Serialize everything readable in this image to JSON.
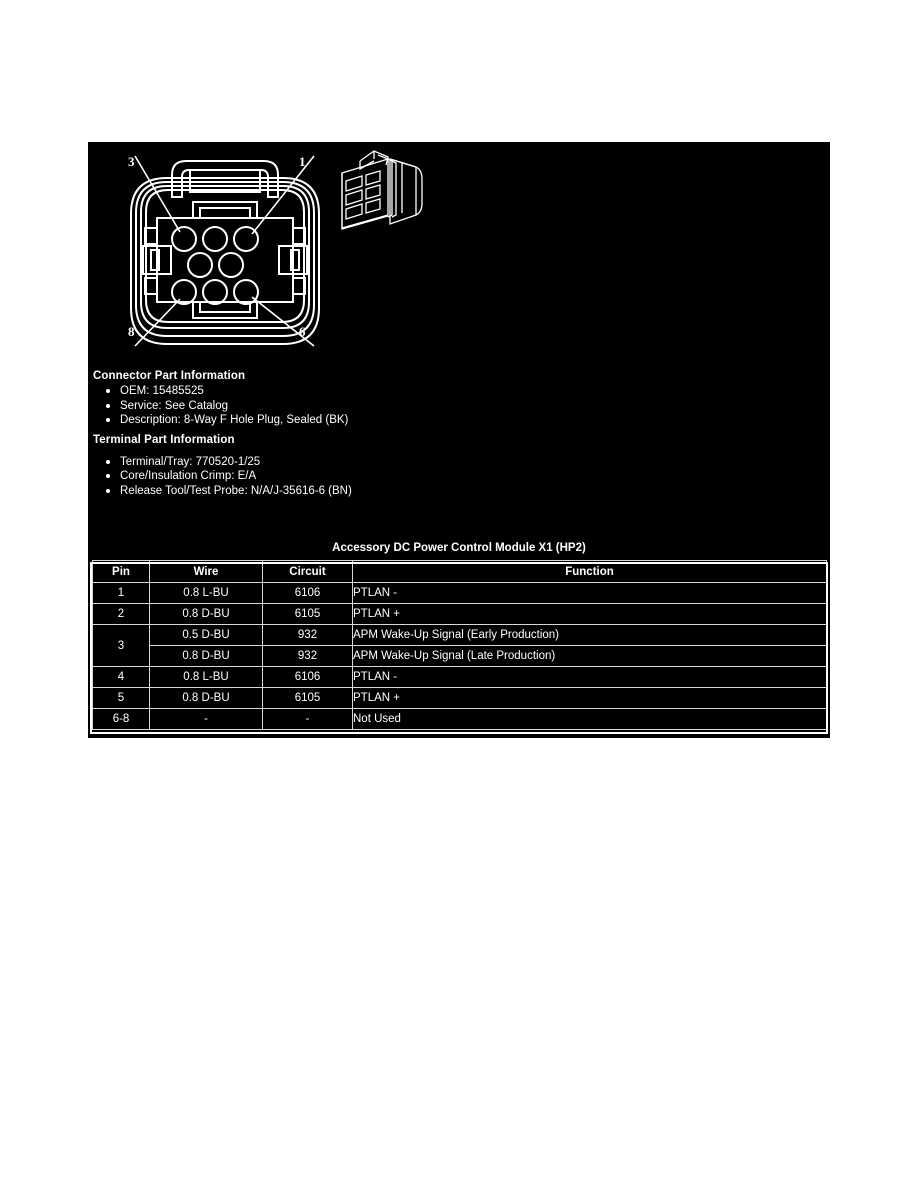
{
  "document": {
    "page_background": "#ffffff",
    "panel_background": "#000000",
    "panel_text_color": "#ffffff"
  },
  "diagram": {
    "name": "connector-face-and-iso-view",
    "face_view_label": "8-way connector face view",
    "iso_view_label": "connector isometric view",
    "callouts": [
      {
        "label": "3",
        "position": "top-left"
      },
      {
        "label": "1",
        "position": "top-right"
      },
      {
        "label": "8",
        "position": "bottom-left"
      },
      {
        "label": "6",
        "position": "bottom-right"
      }
    ],
    "cavity_count": 8
  },
  "connector_part_information": {
    "heading": "Connector Part Information",
    "items": [
      "OEM: 15485525",
      "Service: See Catalog",
      "Description: 8-Way F Hole Plug, Sealed (BK)"
    ]
  },
  "terminal_part_information": {
    "heading": "Terminal Part Information",
    "items": [
      "Terminal/Tray: 770520-1/25",
      "Core/Insulation Crimp: E/A",
      "Release Tool/Test Probe: N/A/J-35616-6 (BN)"
    ]
  },
  "pinout_table": {
    "title": "Accessory DC Power Control Module X1 (HP2)",
    "columns": [
      "Pin",
      "Wire",
      "Circuit",
      "Function"
    ],
    "rows": [
      {
        "pin": "1",
        "wire": "0.8 L-BU",
        "circuit": "6106",
        "function": "PTLAN -"
      },
      {
        "pin": "2",
        "wire": "0.8 D-BU",
        "circuit": "6105",
        "function": "PTLAN +"
      },
      {
        "pin": "3",
        "wire": "0.5 D-BU",
        "circuit": "932",
        "function": "APM Wake-Up Signal (Early Production)"
      },
      {
        "pin": "3",
        "wire": "0.8 D-BU",
        "circuit": "932",
        "function": "APM Wake-Up Signal (Late Production)"
      },
      {
        "pin": "4",
        "wire": "0.8 L-BU",
        "circuit": "6106",
        "function": "PTLAN -"
      },
      {
        "pin": "5",
        "wire": "0.8 D-BU",
        "circuit": "6105",
        "function": "PTLAN +"
      },
      {
        "pin": "6-8",
        "wire": "-",
        "circuit": "-",
        "function": "Not Used"
      }
    ]
  }
}
